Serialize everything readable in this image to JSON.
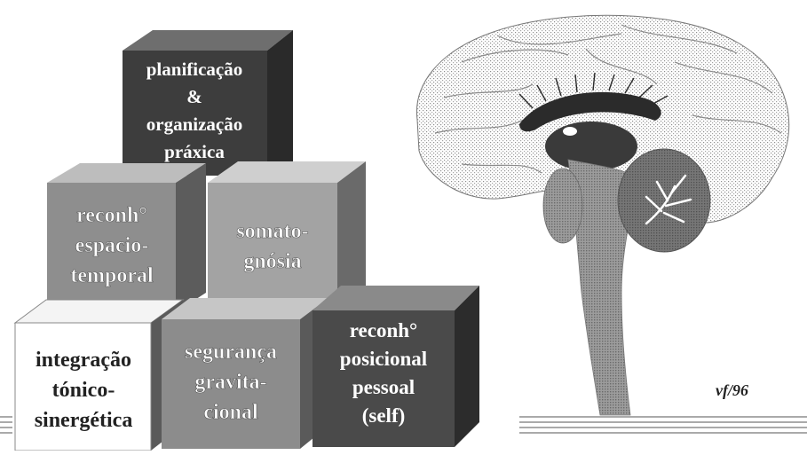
{
  "colors": {
    "dark_block": "#3d3d3d",
    "medium_block": "#8a8a8a",
    "light_block": "#a2a2a2",
    "white_block": "#ffffff",
    "brain_stipple": "#9a9a9a",
    "brainstem": "#b0b0b0",
    "cerebellum": "#7c7c7c"
  },
  "blocks": {
    "top": {
      "lines": [
        "planificação",
        "&",
        "organização",
        "práxica"
      ]
    },
    "middle_left": {
      "lines": [
        "reconh°",
        "espacio-",
        "temporal"
      ]
    },
    "middle_right": {
      "lines": [
        "somato-",
        "gnósia"
      ]
    },
    "bottom_left": {
      "lines": [
        "integração",
        "tónico-",
        "sinergética"
      ]
    },
    "bottom_center": {
      "lines": [
        "segurança",
        "gravita-",
        "cional"
      ]
    },
    "bottom_right": {
      "lines": [
        "reconh°",
        "posicional",
        "pessoal",
        "(self)"
      ]
    }
  },
  "signature": "vf/96",
  "brain_illustration": {
    "icon": "brain-sagittal-section-icon"
  }
}
